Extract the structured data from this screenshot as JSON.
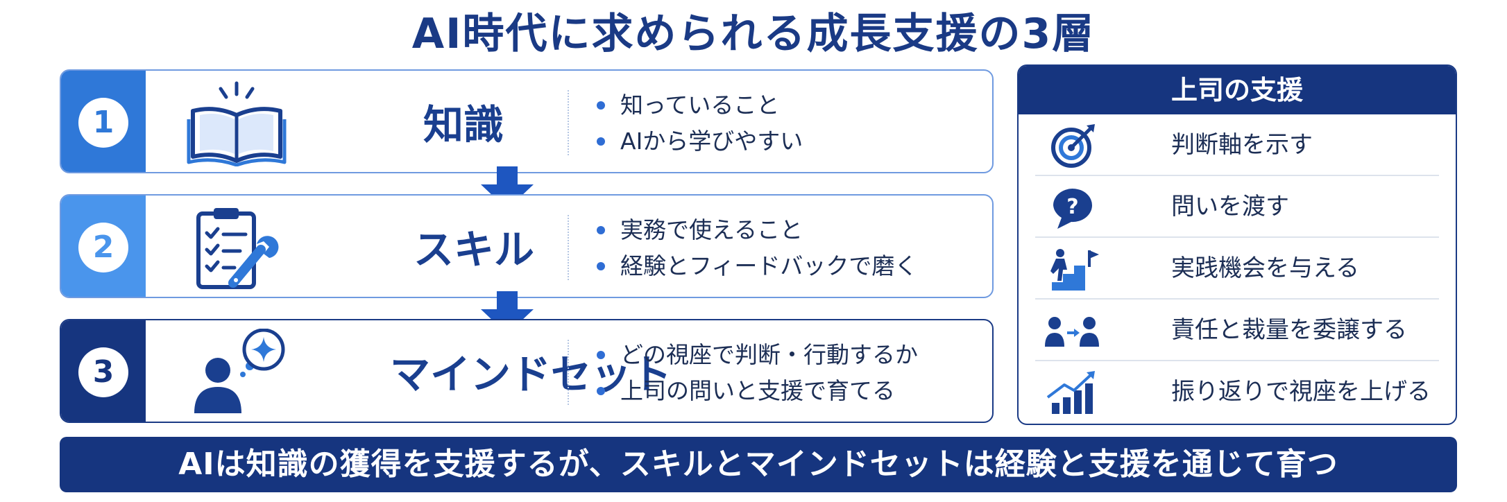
{
  "title": "AI時代に求められる成長支援の3層",
  "layers": [
    {
      "number": "1",
      "label": "知識",
      "icon": "open-book-icon",
      "points": [
        "知っていること",
        "AIから学びやすい"
      ]
    },
    {
      "number": "2",
      "label": "スキル",
      "icon": "clipboard-wrench-icon",
      "points": [
        "実務で使えること",
        "経験とフィードバックで磨く"
      ]
    },
    {
      "number": "3",
      "label": "マインドセット",
      "icon": "person-thought-icon",
      "points": [
        "どの視座で判断・行動するか",
        "上司の問いと支援で育てる"
      ]
    }
  ],
  "support": {
    "heading": "上司の支援",
    "items": [
      {
        "text": "判断軸を示す",
        "icon": "target-arrow-icon"
      },
      {
        "text": "問いを渡す",
        "icon": "question-bubble-icon"
      },
      {
        "text": "実践機会を与える",
        "icon": "stairs-flag-icon"
      },
      {
        "text": "責任と裁量を委譲する",
        "icon": "delegate-people-icon"
      },
      {
        "text": "振り返りで視座を上げる",
        "icon": "growth-chart-icon"
      }
    ]
  },
  "footer": "AIは知識の獲得を支援するが、スキルとマインドセットは経験と支援を通じて育つ",
  "colors": {
    "navy": "#16357f",
    "blue": "#2f78d8",
    "light_blue": "#4a95ec",
    "border": "#6f9ae0",
    "text": "#1c2e55"
  }
}
